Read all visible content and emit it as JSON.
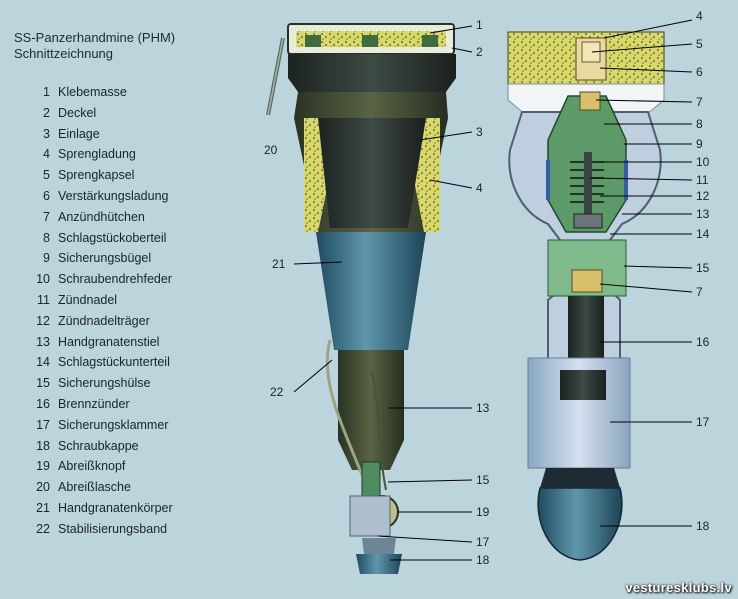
{
  "title_line1": "SS-Panzerhandmine (PHM)",
  "title_line2": "Schnittzeichnung",
  "legend": [
    {
      "num": "1",
      "label": "Klebemasse"
    },
    {
      "num": "2",
      "label": "Deckel"
    },
    {
      "num": "3",
      "label": "Einlage"
    },
    {
      "num": "4",
      "label": "Sprengladung"
    },
    {
      "num": "5",
      "label": "Sprengkapsel"
    },
    {
      "num": "6",
      "label": "Verstärkungsladung"
    },
    {
      "num": "7",
      "label": "Anzündhütchen"
    },
    {
      "num": "8",
      "label": "Schlagstückoberteil"
    },
    {
      "num": "9",
      "label": "Sicherungsbügel"
    },
    {
      "num": "10",
      "label": "Schraubendrehfeder"
    },
    {
      "num": "11",
      "label": "Zündnadel"
    },
    {
      "num": "12",
      "label": "Zündnadelträger"
    },
    {
      "num": "13",
      "label": "Handgranatenstiel"
    },
    {
      "num": "14",
      "label": "Schlagstückunterteil"
    },
    {
      "num": "15",
      "label": "Sicherungshülse"
    },
    {
      "num": "16",
      "label": "Brennzünder"
    },
    {
      "num": "17",
      "label": "Sicherungsklammer"
    },
    {
      "num": "18",
      "label": "Schraubkappe"
    },
    {
      "num": "19",
      "label": "Abreißknopf"
    },
    {
      "num": "20",
      "label": "Abreißlasche"
    },
    {
      "num": "21",
      "label": "Handgranatenkörper"
    },
    {
      "num": "22",
      "label": "Stabilisierungsband"
    }
  ],
  "callouts": {
    "c1": "1",
    "c2": "2",
    "c3": "3",
    "c4": "4",
    "c20": "20",
    "c21": "21",
    "c22": "22",
    "c13": "13",
    "c15": "15",
    "c19": "19",
    "c17": "17",
    "c18": "18",
    "r4": "4",
    "r5": "5",
    "r6": "6",
    "r7": "7",
    "r8": "8",
    "r9": "9",
    "r10": "10",
    "r11": "11",
    "r12": "12",
    "r13": "13",
    "r14": "14",
    "r15": "15",
    "r7b": "7",
    "r16": "16",
    "r17": "17",
    "r18": "18"
  },
  "watermark": "vesturesklubs.lv"
}
